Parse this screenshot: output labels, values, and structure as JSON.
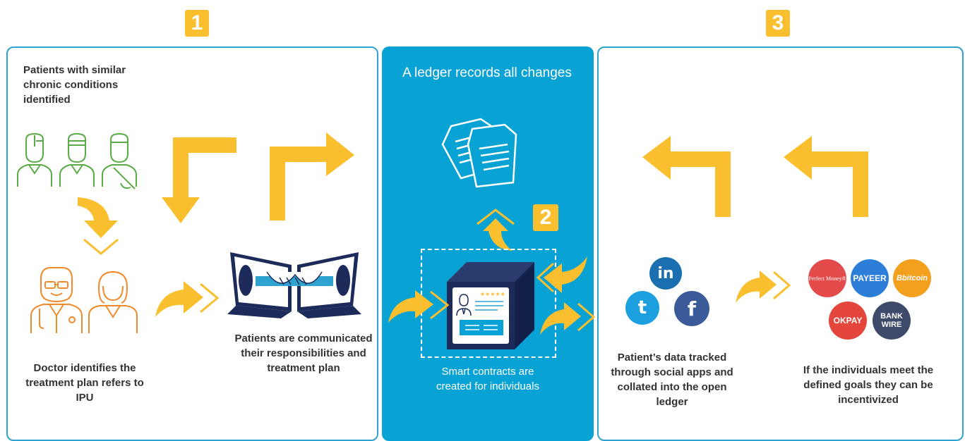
{
  "steps": {
    "step1": {
      "number": "1",
      "title": "Patients with similar chronic conditions identified",
      "doctor_text": "Doctor identifies the treatment plan refers to IPU",
      "patients_text": "Patients are communicated their responsibilities and treatment plan"
    },
    "step2": {
      "number": "2",
      "title": "A ledger records all changes",
      "contract_text": "Smart contracts are created for individuals",
      "stars": "★★★★★"
    },
    "step3": {
      "number": "3",
      "social_text": "Patient’s data tracked through social apps and collated into the open ledger",
      "incentive_text": "If the individuals meet the defined goals they can be incentivized"
    }
  },
  "social_apps": {
    "linkedin": "in",
    "twitter": "t",
    "facebook": "f"
  },
  "payment_logos": {
    "perfect_money": "Perfect Money®",
    "payeer": "PAYEER",
    "bitcoin": "Bbitcoin",
    "okpay": "OKPAY",
    "bank_wire": "BANK WIRE"
  },
  "colors": {
    "accent_yellow": "#f9bf2e",
    "panel_blue": "#08a2d5",
    "border_blue": "#2ea3d0",
    "patient_green": "#5aab46",
    "doctor_orange": "#f08a2b",
    "navy": "#1c2b5a"
  }
}
